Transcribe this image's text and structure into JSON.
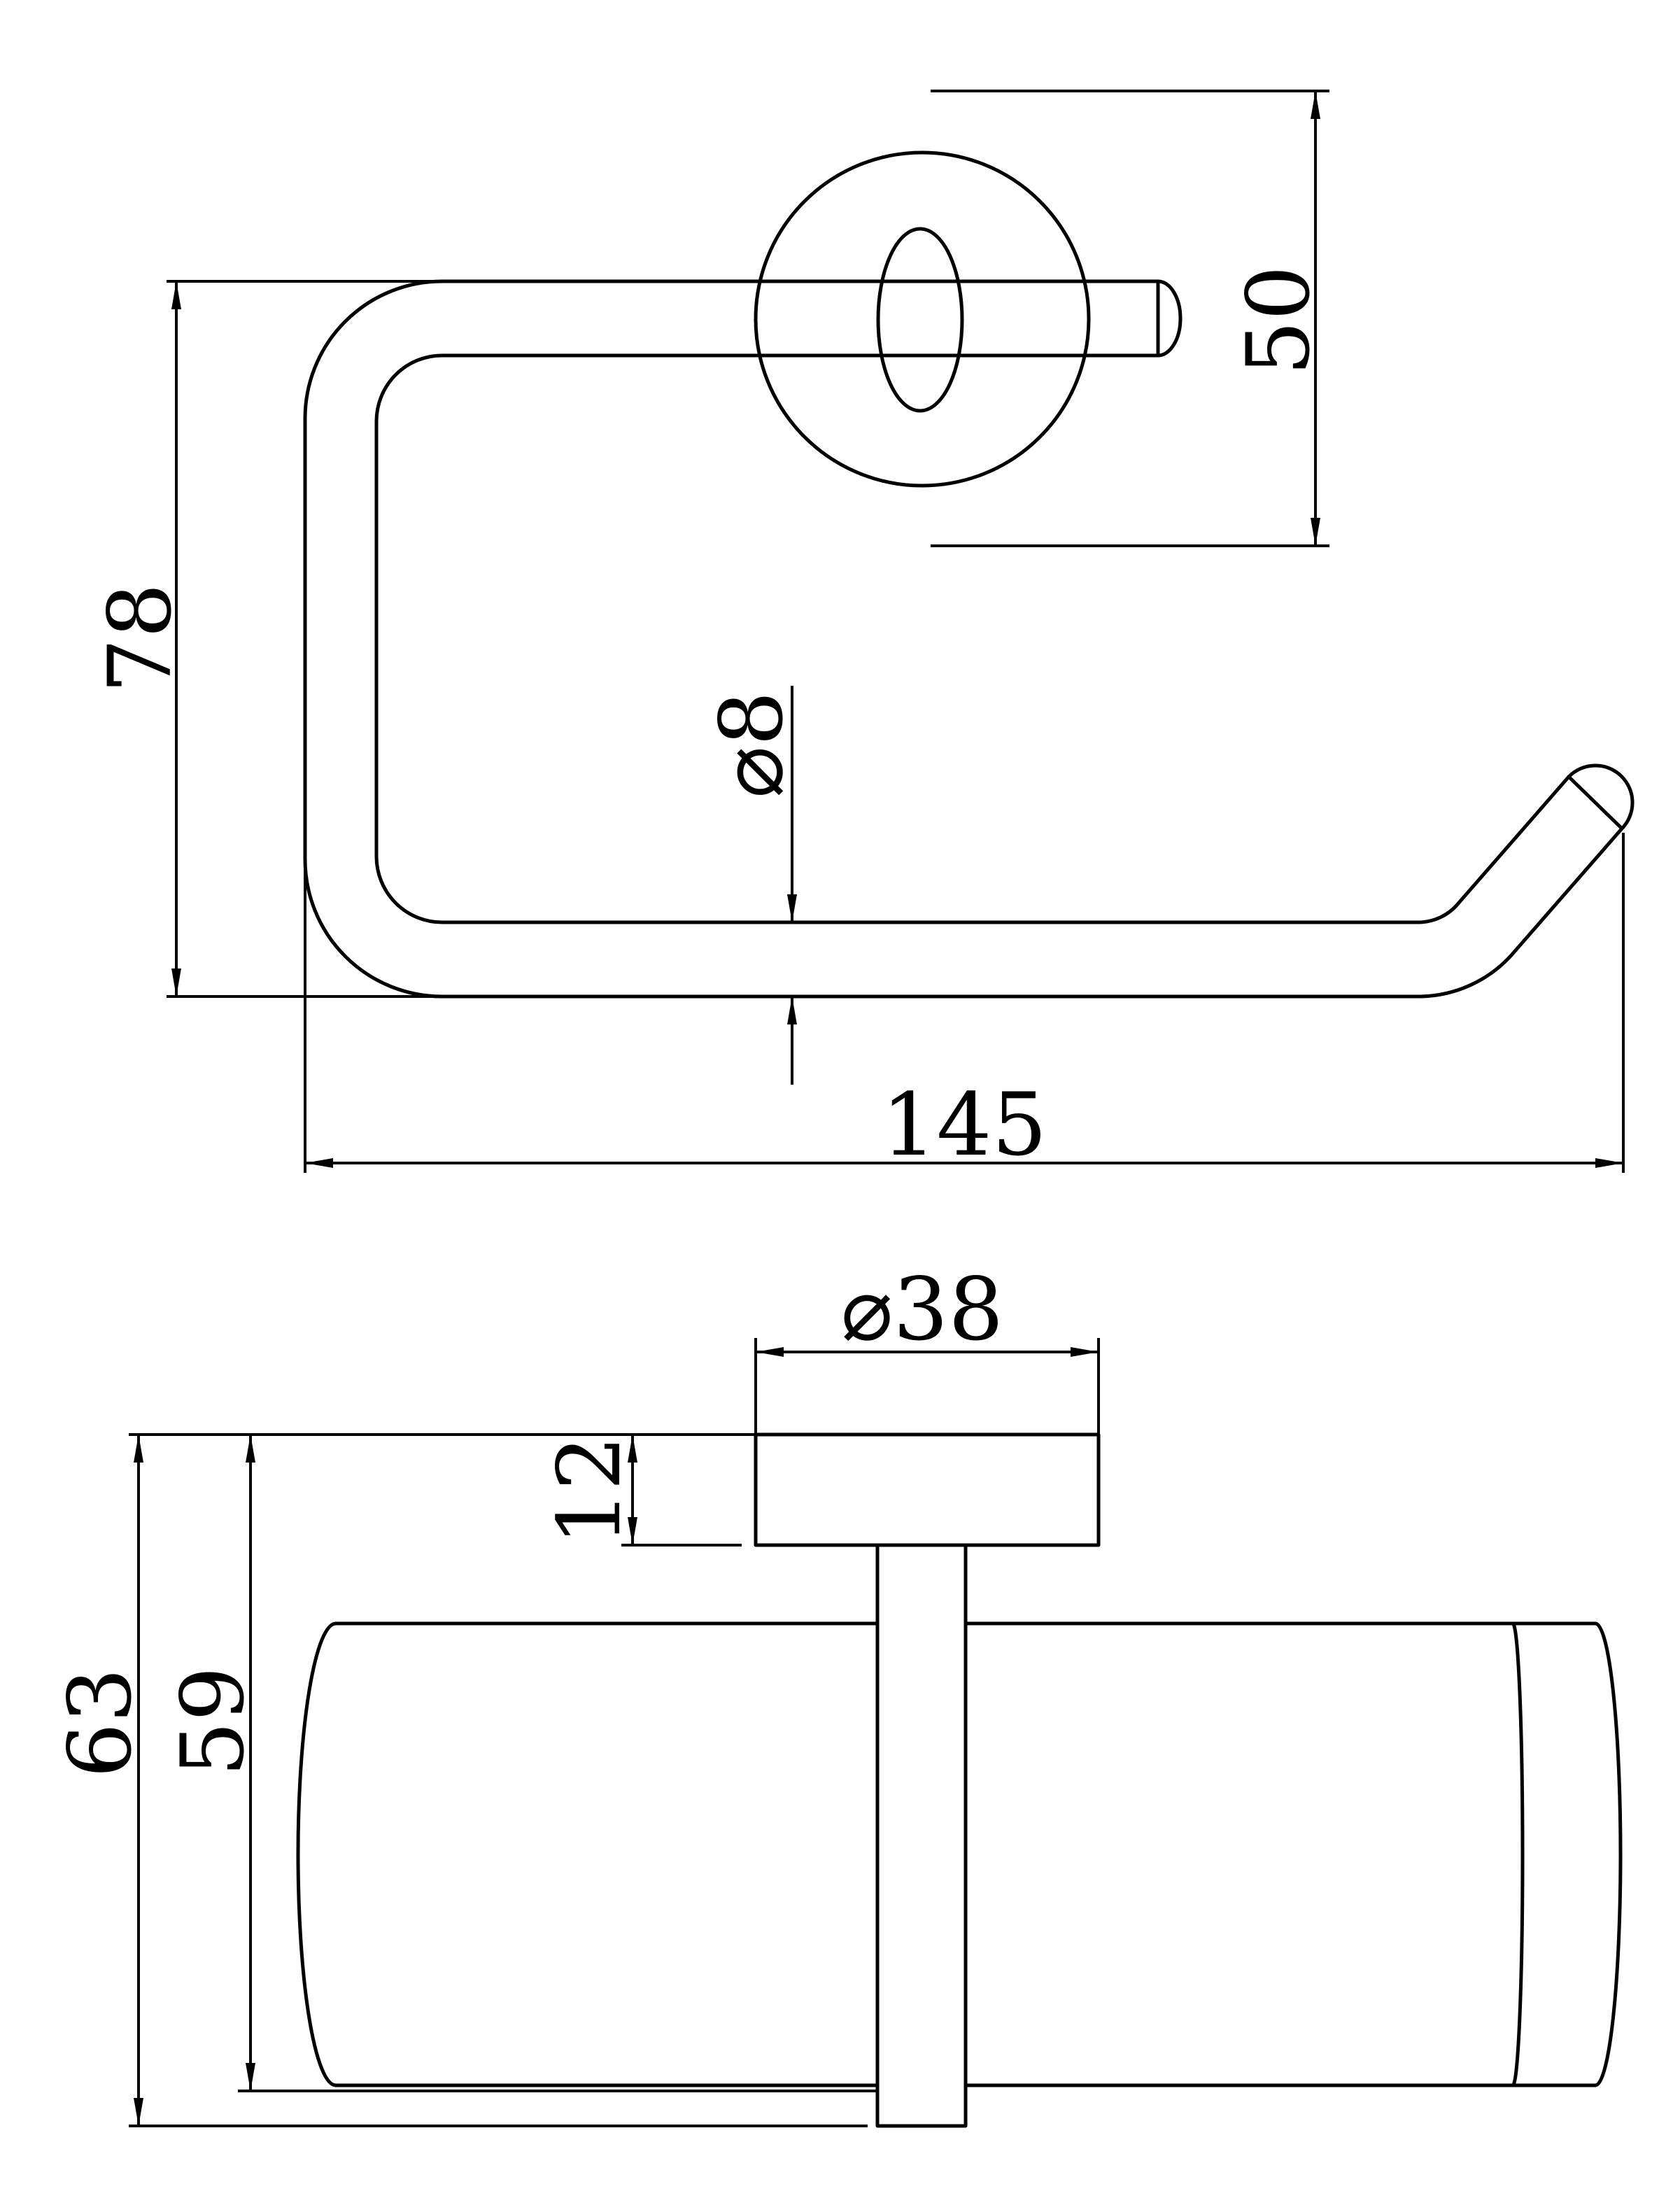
{
  "dimensions": {
    "top_view": {
      "height": "78",
      "rosette_diameter": "50",
      "rod_diameter": "⌀8",
      "width": "145"
    },
    "side_view": {
      "rosette_diameter": "⌀38",
      "rosette_thickness": "12",
      "overall_depth": "63",
      "rod_depth": "59"
    }
  },
  "colors": {
    "line": "#000000",
    "background": "#ffffff"
  }
}
